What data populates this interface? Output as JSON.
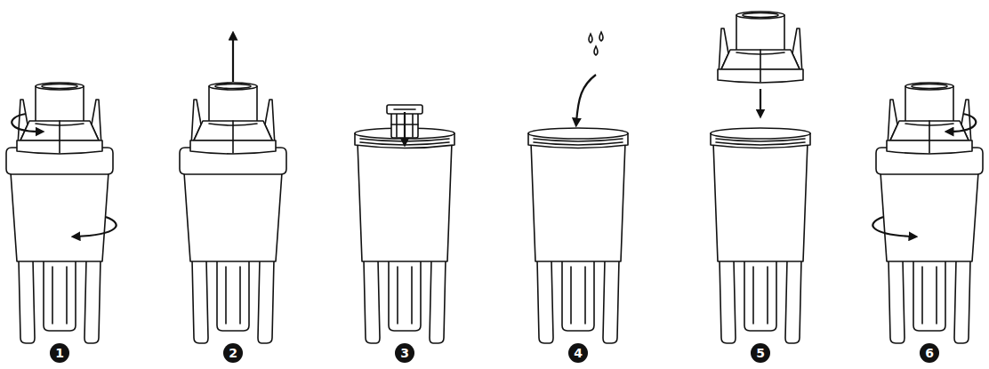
{
  "diagram": {
    "labels": [
      "1",
      "2",
      "3",
      "4",
      "5",
      "6"
    ]
  }
}
